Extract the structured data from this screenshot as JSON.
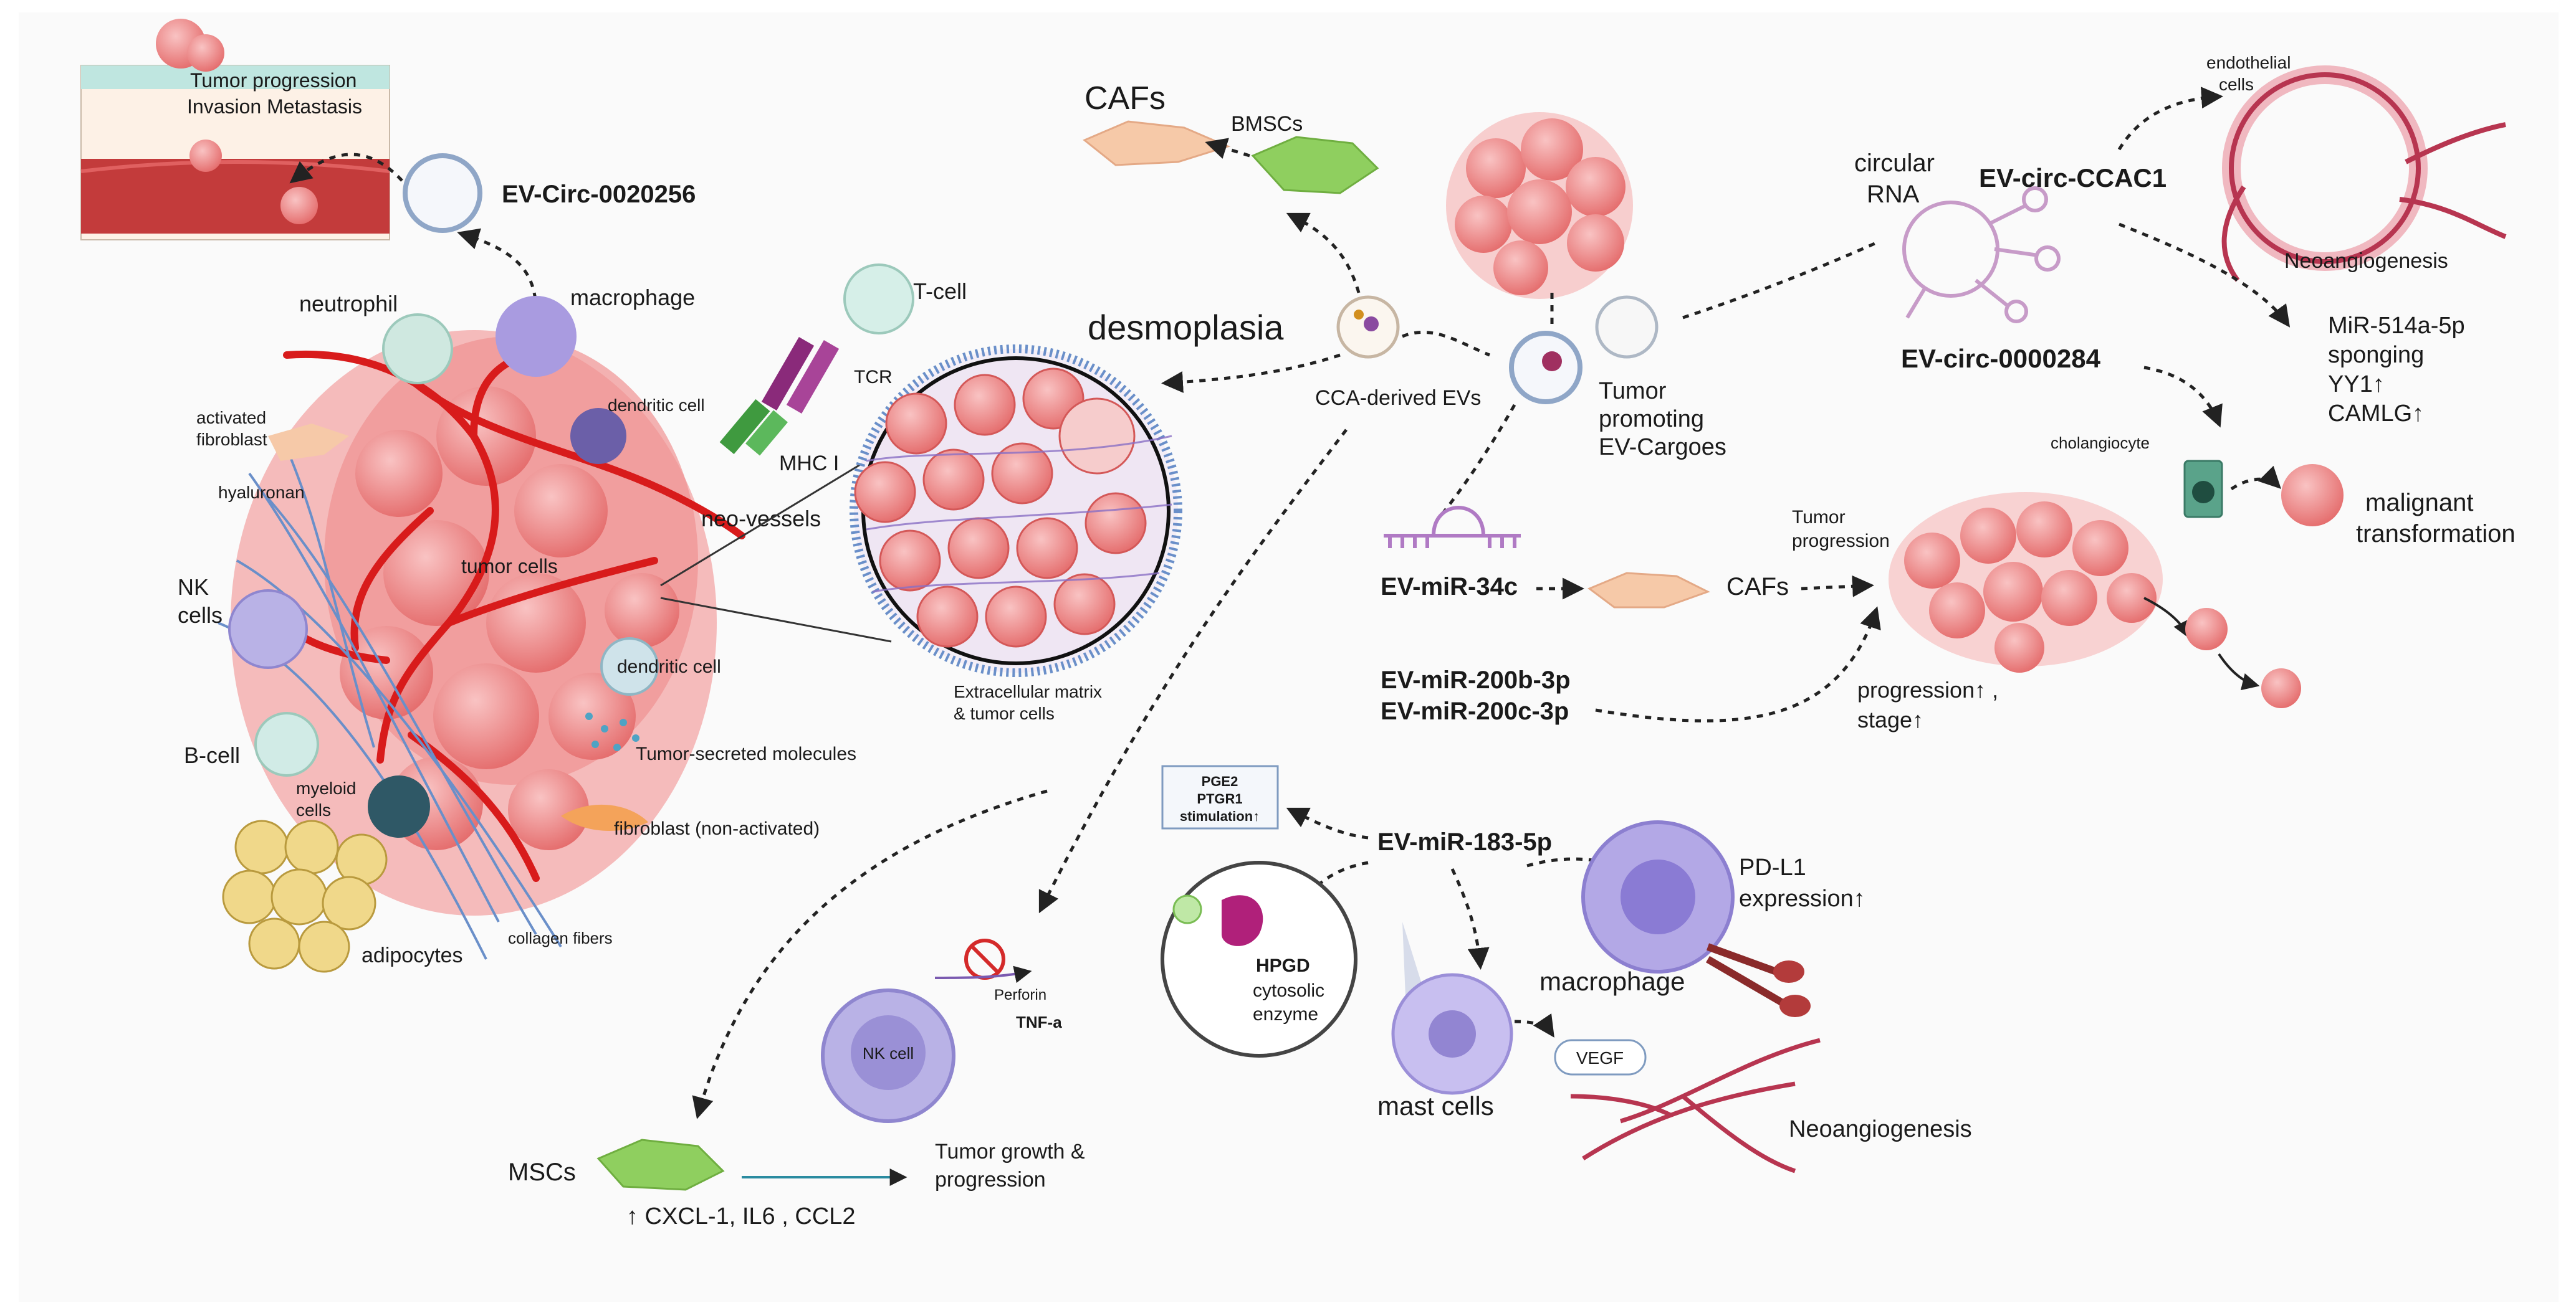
{
  "labels": {
    "tumor_progression_invasion": "Tumor progression",
    "invasion_metastasis": "Invasion Metastasis",
    "ev_circ_0020256": "EV-Circ-0020256",
    "neutrophil": "neutrophil",
    "macrophage_top": "macrophage",
    "activated_fibroblast_1": "activated",
    "activated_fibroblast_2": "fibroblast",
    "dendritic_cell_top": "dendritic cell",
    "hyaluronan": "hyaluronan",
    "nk_cells_1": "NK",
    "nk_cells_2": "cells",
    "tumor_cells": "tumor cells",
    "dendritic_cell_mid": "dendritic cell",
    "b_cell": "B-cell",
    "myeloid_1": "myeloid",
    "myeloid_2": "cells",
    "tumor_secreted": "Tumor-secreted molecules",
    "fibroblast_non": "fibroblast (non-activated)",
    "adipocytes": "adipocytes",
    "collagen_fibers": "collagen fibers",
    "t_cell": "T-cell",
    "tcr": "TCR",
    "mhc": "MHC I",
    "neo_vessels": "neo-vessels",
    "desmoplasia": "desmoplasia",
    "ecm_1": "Extracellular matrix",
    "ecm_2": "& tumor cells",
    "cafs_top": "CAFs",
    "bmscs": "BMSCs",
    "cca_evs": "CCA-derived EVs",
    "tumor_promoting_1": "Tumor",
    "tumor_promoting_2": "promoting",
    "tumor_promoting_3": "EV-Cargoes",
    "circular_rna_1": "circular",
    "circular_rna_2": "RNA",
    "ev_circ_ccac1": "EV-circ-CCAC1",
    "endothelial_1": "endothelial",
    "endothelial_2": "cells",
    "neoangiogenesis_top": "Neoangiogenesis",
    "mir514_1": "MiR-514a-5p",
    "mir514_2": "sponging",
    "mir514_3": "YY1↑",
    "mir514_4": "CAMLG↑",
    "ev_circ_0000284": "EV-circ-0000284",
    "cholangiocyte": "cholangiocyte",
    "malignant_1": "malignant",
    "malignant_2": "transformation",
    "ev_mir_34c": "EV-miR-34c",
    "cafs_mid": "CAFs",
    "tumor_progression_mid_1": "Tumor",
    "tumor_progression_mid_2": "progression",
    "ev_mir_200b": "EV-miR-200b-3p",
    "ev_mir_200c": "EV-miR-200c-3p",
    "progression_stage_1": "progression↑ ,",
    "progression_stage_2": "stage↑",
    "pge2_1": "PGE2",
    "pge2_2": "PTGR1",
    "pge2_3": "stimulation↑",
    "ev_mir_183": "EV-miR-183-5p",
    "pdl1_1": "PD-L1",
    "pdl1_2": "expression↑",
    "macrophage_bottom": "macrophage",
    "hpgd": "HPGD",
    "hpgd_desc_1": "cytosolic",
    "hpgd_desc_2": "enzyme",
    "mast_cells": "mast cells",
    "vegf": "VEGF",
    "neoangiogenesis_bottom": "Neoangiogenesis",
    "nk_cell_inner": "NK cell",
    "perforin": "Perforin",
    "tnf": "TNF-a",
    "mscs": "MSCs",
    "tumor_growth_1": "Tumor growth &",
    "tumor_growth_2": "progression",
    "cxcl": "↑ CXCL-1, IL6 , CCL2"
  },
  "colors": {
    "tumor": "#f08a8a",
    "tumor_dark": "#e05f5f",
    "vessel": "#d81b1b",
    "nk": "#b9b2e6",
    "macrophage": "#a99be0",
    "fibroblast": "#f6c9a8",
    "msc": "#8fcf5f",
    "ecm": "#6a8fc9",
    "angio": "#b73550"
  }
}
